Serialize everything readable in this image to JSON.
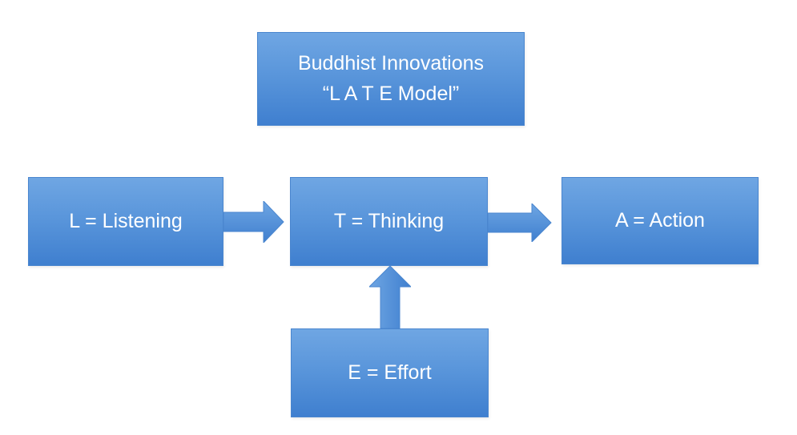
{
  "title": {
    "line1": "Buddhist Innovations",
    "line2": "“L A T E Model”"
  },
  "boxes": {
    "listening": "L = Listening",
    "thinking": "T = Thinking",
    "action": "A = Action",
    "effort": "E = Effort"
  },
  "colors": {
    "box_fill": "#5B9BD5",
    "box_border": "#4A86CF",
    "text": "#FFFFFF"
  }
}
